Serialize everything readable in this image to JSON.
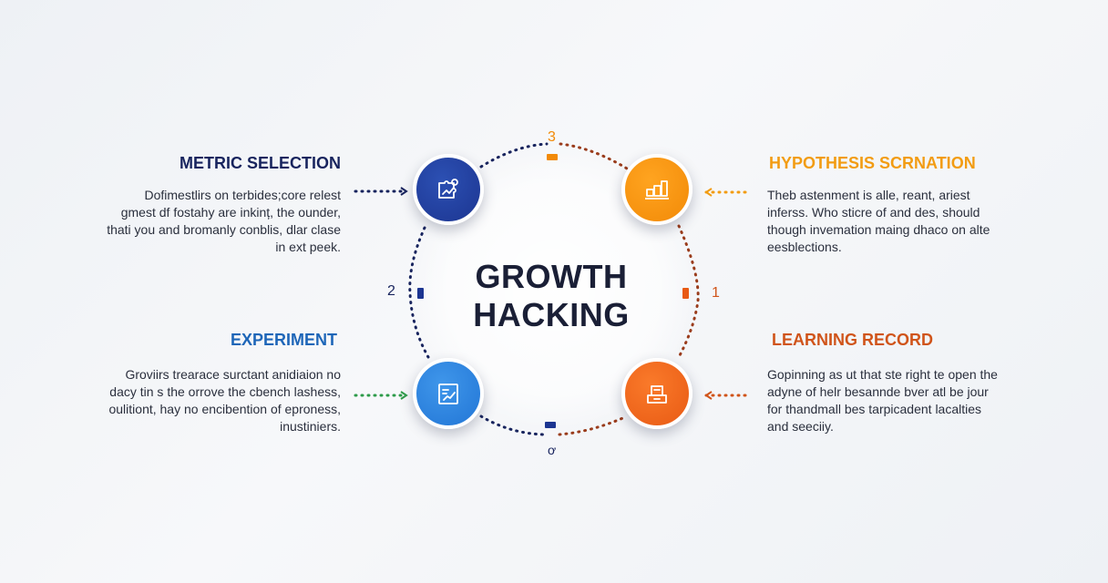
{
  "title": {
    "line1": "GROWTH",
    "line2": "HACKING"
  },
  "stages": {
    "metric": {
      "heading": "METRIC SELECTION",
      "icon": "puzzle-chart-icon",
      "color": "#1c3591",
      "lines": [
        "Dofimestlirs on terbides;core relest",
        "gmest df fostahy are inkinț, the ounder,",
        "thati you and bromanly conblis, dlar clase",
        "in ext peek."
      ]
    },
    "hypothesis": {
      "heading": "HYPOTHESIS SCRNATION",
      "icon": "stacked-boxes-icon",
      "color": "#f28a07",
      "lines": [
        "Theb astenment is alle, reant, ariest",
        "inferss. Who sticre of and des, should",
        "though invemation maing dhaco on alte",
        "eesblections."
      ]
    },
    "experiment": {
      "heading": "EXPERIMENT",
      "icon": "clipboard-chart-icon",
      "color": "#2276d6",
      "lines": [
        "Groviirs trearace surctant anidiaion no",
        "dacy tin s the orrove the cbench lashess,",
        "oulitiont, hay no encibention of eproness,",
        "inustiniers."
      ]
    },
    "learning": {
      "heading": "LEARNING RECORD",
      "icon": "archive-box-icon",
      "color": "#e85a14",
      "lines": [
        "Gopinning as ut that ste right te open the",
        "adyne of helr besannde bver atl be jour",
        "for thandmall bes tarpicadent lacalties",
        "and seeciiy."
      ]
    }
  },
  "markers": {
    "top": "3",
    "left": "2",
    "right": "1",
    "bottom": "ơ"
  }
}
